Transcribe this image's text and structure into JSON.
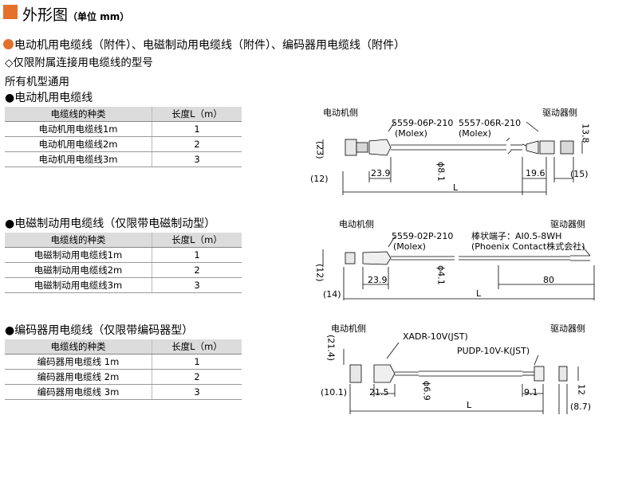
{
  "header": {
    "title": "外形图",
    "unit": "（单位 mm）"
  },
  "heading": "电动机用电缆线（附件）、电磁制动用电缆线（附件）、编码器用电缆线（附件）",
  "subheading": "◇仅限附属连接用电缆线的型号",
  "all_models": "所有机型通用",
  "colors": {
    "accent": "#e4702a",
    "table_header_bg": "#dcdcdc"
  },
  "sections": [
    {
      "title": "●电动机用电缆线",
      "col_headers": [
        "电缆线的种类",
        "长度L（m）"
      ],
      "rows": [
        [
          "电动机用电缆线1m",
          "1"
        ],
        [
          "电动机用电缆线2m",
          "2"
        ],
        [
          "电动机用电缆线3m",
          "3"
        ]
      ],
      "diagram": {
        "left_label": "电动机侧",
        "right_label": "驱动器侧",
        "conn1": "5559-06P-210",
        "conn1_maker": "(Molex)",
        "conn2": "5557-06R-210",
        "conn2_maker": "(Molex)",
        "dims": {
          "d23": "(23)",
          "d12": "(12)",
          "d239": "23.9",
          "d81": "ϕ8.1",
          "d196": "19.6",
          "d15": "(15)",
          "d138": "13.8",
          "L": "L"
        }
      }
    },
    {
      "title": "●电磁制动用电缆线（仅限带电磁制动型）",
      "col_headers": [
        "电缆线的种类",
        "长度L（m）"
      ],
      "rows": [
        [
          "电磁制动用电缆线1m",
          "1"
        ],
        [
          "电磁制动用电缆线2m",
          "2"
        ],
        [
          "电磁制动用电缆线3m",
          "3"
        ]
      ],
      "diagram": {
        "left_label": "电动机侧",
        "right_label": "驱动器侧",
        "conn1": "5559-02P-210",
        "conn1_maker": "(Molex)",
        "terminal": "棒状端子：AI0.5-8WH",
        "terminal_maker": "(Phoenix Contact株式会社)",
        "dims": {
          "d12": "(12)",
          "d14": "(14)",
          "d239": "23.9",
          "d41": "ϕ4.1",
          "d80": "80",
          "L": "L"
        }
      }
    },
    {
      "title": "●编码器用电缆线（仅限带编码器型）",
      "col_headers": [
        "电缆线的种类",
        "长度L（m）"
      ],
      "rows": [
        [
          "编码器用电缆线 1m",
          "1"
        ],
        [
          "编码器用电缆线 2m",
          "2"
        ],
        [
          "编码器用电缆线 3m",
          "3"
        ]
      ],
      "diagram": {
        "left_label": "电动机侧",
        "right_label": "驱动器侧",
        "conn1": "XADR-10V(JST)",
        "conn2": "PUDP-10V-K(JST)",
        "dims": {
          "d214": "(21.4)",
          "d101": "(10.1)",
          "d215": "21.5",
          "d69": "ϕ6.9",
          "d91": "9.1",
          "d12": "12",
          "d87": "(8.7)",
          "L": "L"
        }
      }
    }
  ]
}
